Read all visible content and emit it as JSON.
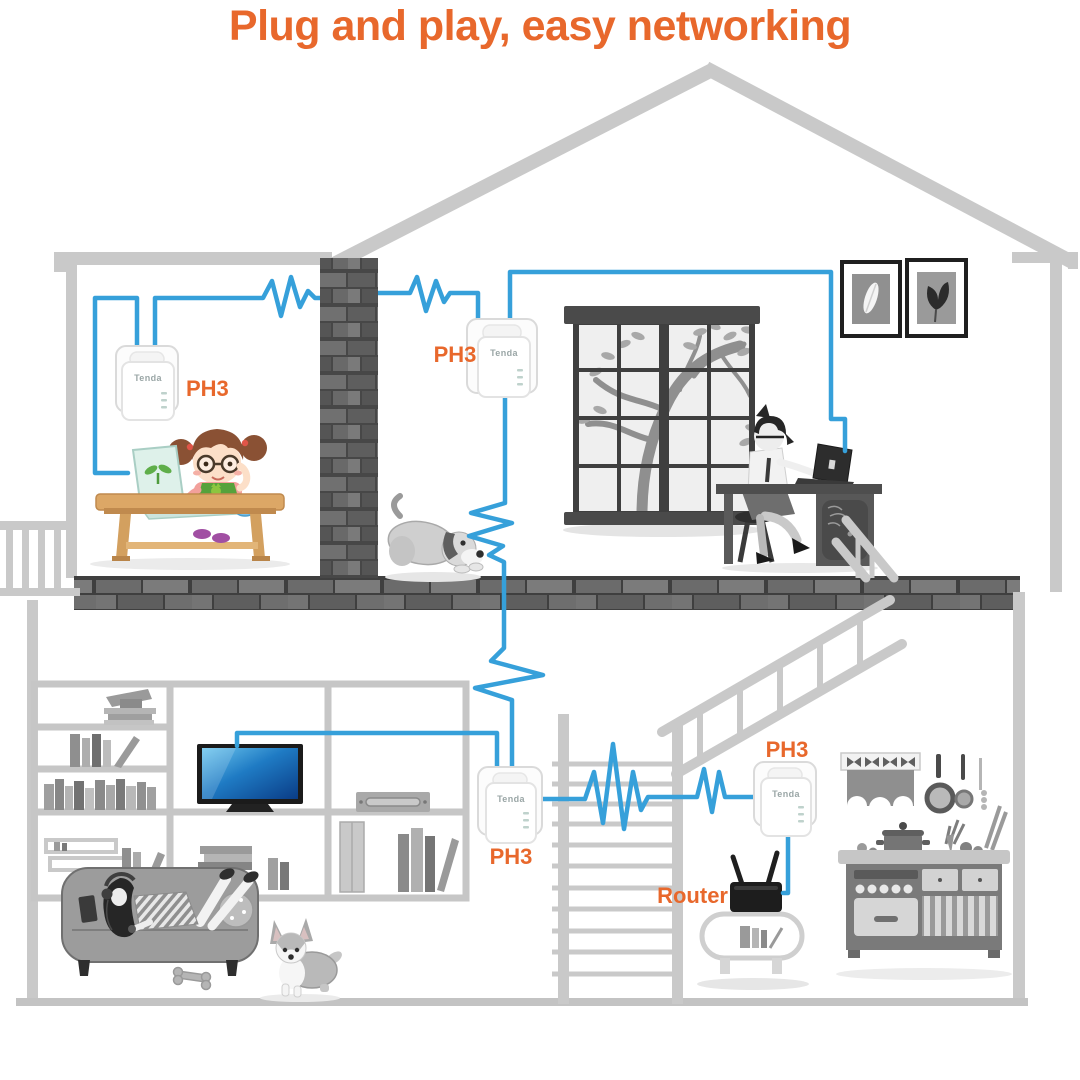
{
  "title": "Plug and play, easy networking",
  "brand": "Tenda",
  "labels": {
    "adapter_upstairs_left": "PH3",
    "adapter_upstairs_center": "PH3",
    "adapter_downstairs_center": "PH3",
    "adapter_downstairs_right": "PH3",
    "router": "Router"
  },
  "palette": {
    "accent_orange": "#E8682C",
    "cable_blue": "#36A0DA",
    "structure_gray": "#C9C9C9",
    "brick_dark": "#4A4A4A"
  },
  "illustration": {
    "style": "house cross-section, grayscale rooms with color accents",
    "upstairs": [
      "powerline-adapter",
      "girl-at-laptop-desk",
      "chimney",
      "dog-play-bow",
      "sliding-window-with-tree",
      "woman-at-laptop-desk",
      "two-framed-pictures",
      "powerline-adapter"
    ],
    "downstairs": [
      "bookshelf-with-tv",
      "couch-with-woman-listening-music",
      "corgi-dog",
      "staircase",
      "powerline-adapter",
      "router-on-side-table",
      "powerline-adapter",
      "kitchen-stove"
    ]
  }
}
